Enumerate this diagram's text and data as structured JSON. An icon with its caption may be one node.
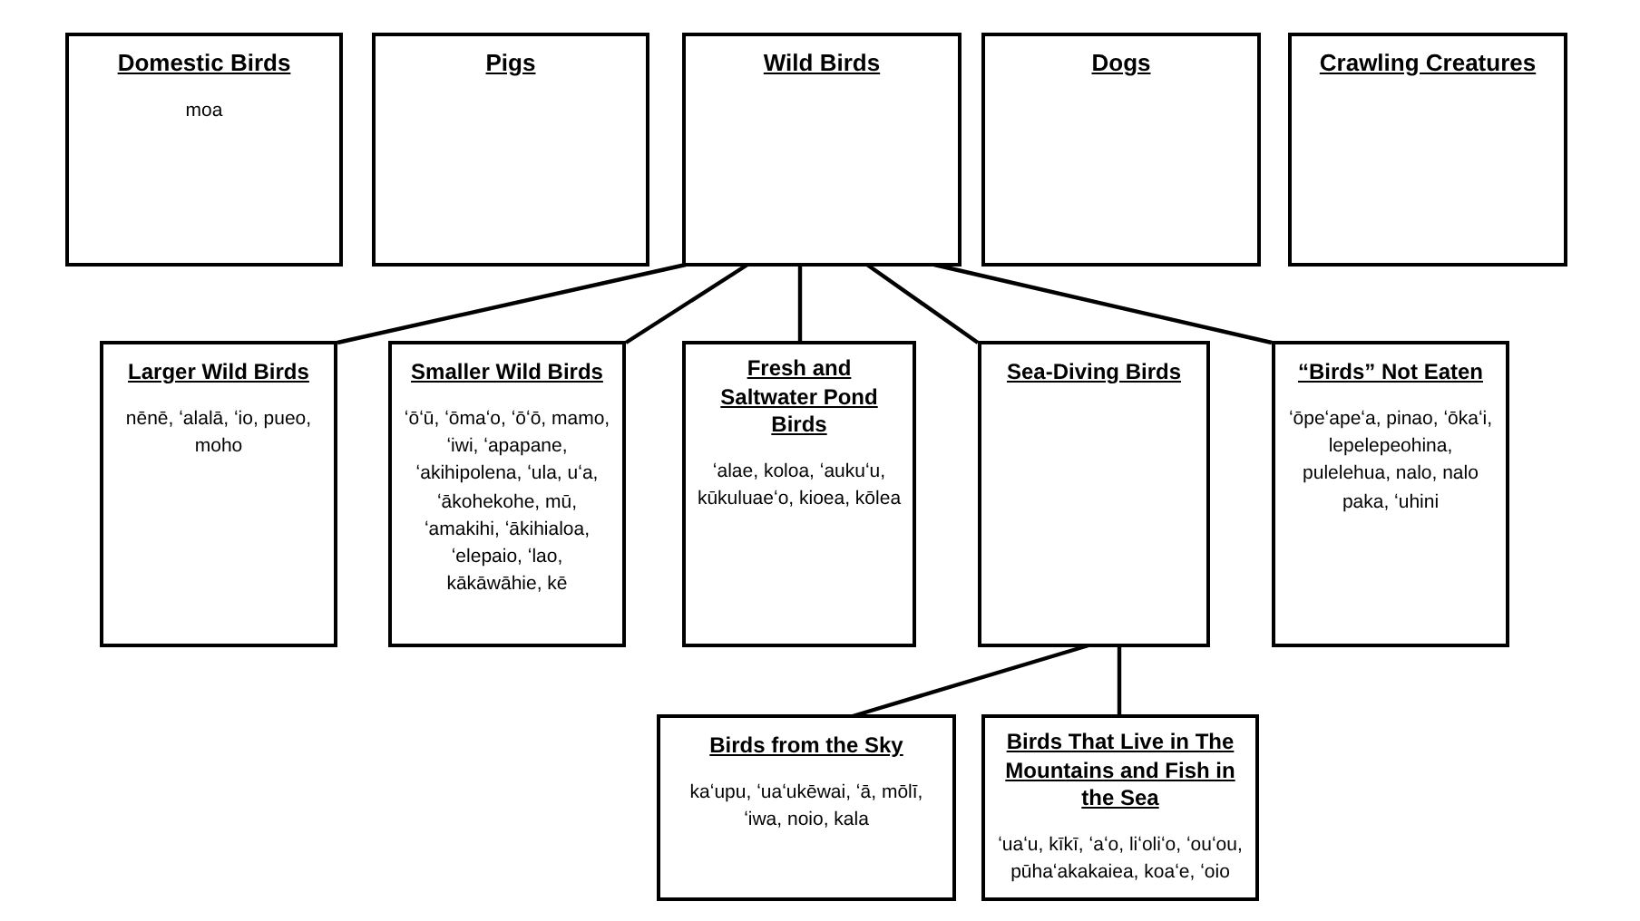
{
  "diagram": {
    "nodes": [
      {
        "text": [
          "Domestic Birds",
          "moa"
        ]
      },
      {
        "text": [
          "Pigs"
        ]
      },
      {
        "text": [
          "Wild Birds"
        ]
      },
      {
        "text": [
          "Dogs"
        ]
      },
      {
        "text": [
          "Crawling Creatures"
        ]
      },
      {
        "text": [
          "Larger Wild Birds",
          "nēnē, ʻalalā, ʻio, pueo, moho"
        ]
      },
      {
        "text": [
          "Smaller Wild Birds",
          "ʻōʻū, ʻōmaʻo, ʻōʻō, mamo, ʻiwi, ʻapapane, ʻakihipolena, ʻula, uʻa, ʻākohekohe, mū, ʻamakihi, ʻākihialoa, ʻelepaio, ʻlao, kākāwāhie, kē"
        ]
      },
      {
        "text": [
          "Fresh and Saltwater Pond Birds",
          "ʻalae, koloa, ʻaukuʻu, kūkuluaeʻo, kioea, kōlea"
        ]
      },
      {
        "text": [
          "Sea-Diving Birds"
        ]
      },
      {
        "text": [
          "“Birds” Not Eaten",
          "ʻōpeʻapeʻa, pinao, ʻōkaʻi, lepelepeohina, pulelehua, nalo, nalo paka, ʻuhini"
        ]
      },
      {
        "text": [
          "Birds from the Sky",
          "kaʻupu, ʻuaʻukēwai, ʻā, mōlī, ʻiwa, noio, kala"
        ]
      },
      {
        "text": [
          "Birds That Live in The Mountains and Fish in the Sea",
          "ʻuaʻu, kīkī, ʻaʻo, liʻoliʻo, ʻouʻou, pūhaʻakakaiea, koaʻe, ʻoio"
        ]
      }
    ],
    "edges": [
      {
        "from": 2,
        "to": 5,
        "arrow": "none"
      },
      {
        "from": 2,
        "to": 6,
        "arrow": "none"
      },
      {
        "from": 2,
        "to": 7,
        "arrow": "none"
      },
      {
        "from": 2,
        "to": 8,
        "arrow": "none"
      },
      {
        "from": 2,
        "to": 9,
        "arrow": "none"
      },
      {
        "from": 8,
        "to": 10,
        "arrow": "none"
      },
      {
        "from": 8,
        "to": 11,
        "arrow": "none"
      }
    ]
  }
}
